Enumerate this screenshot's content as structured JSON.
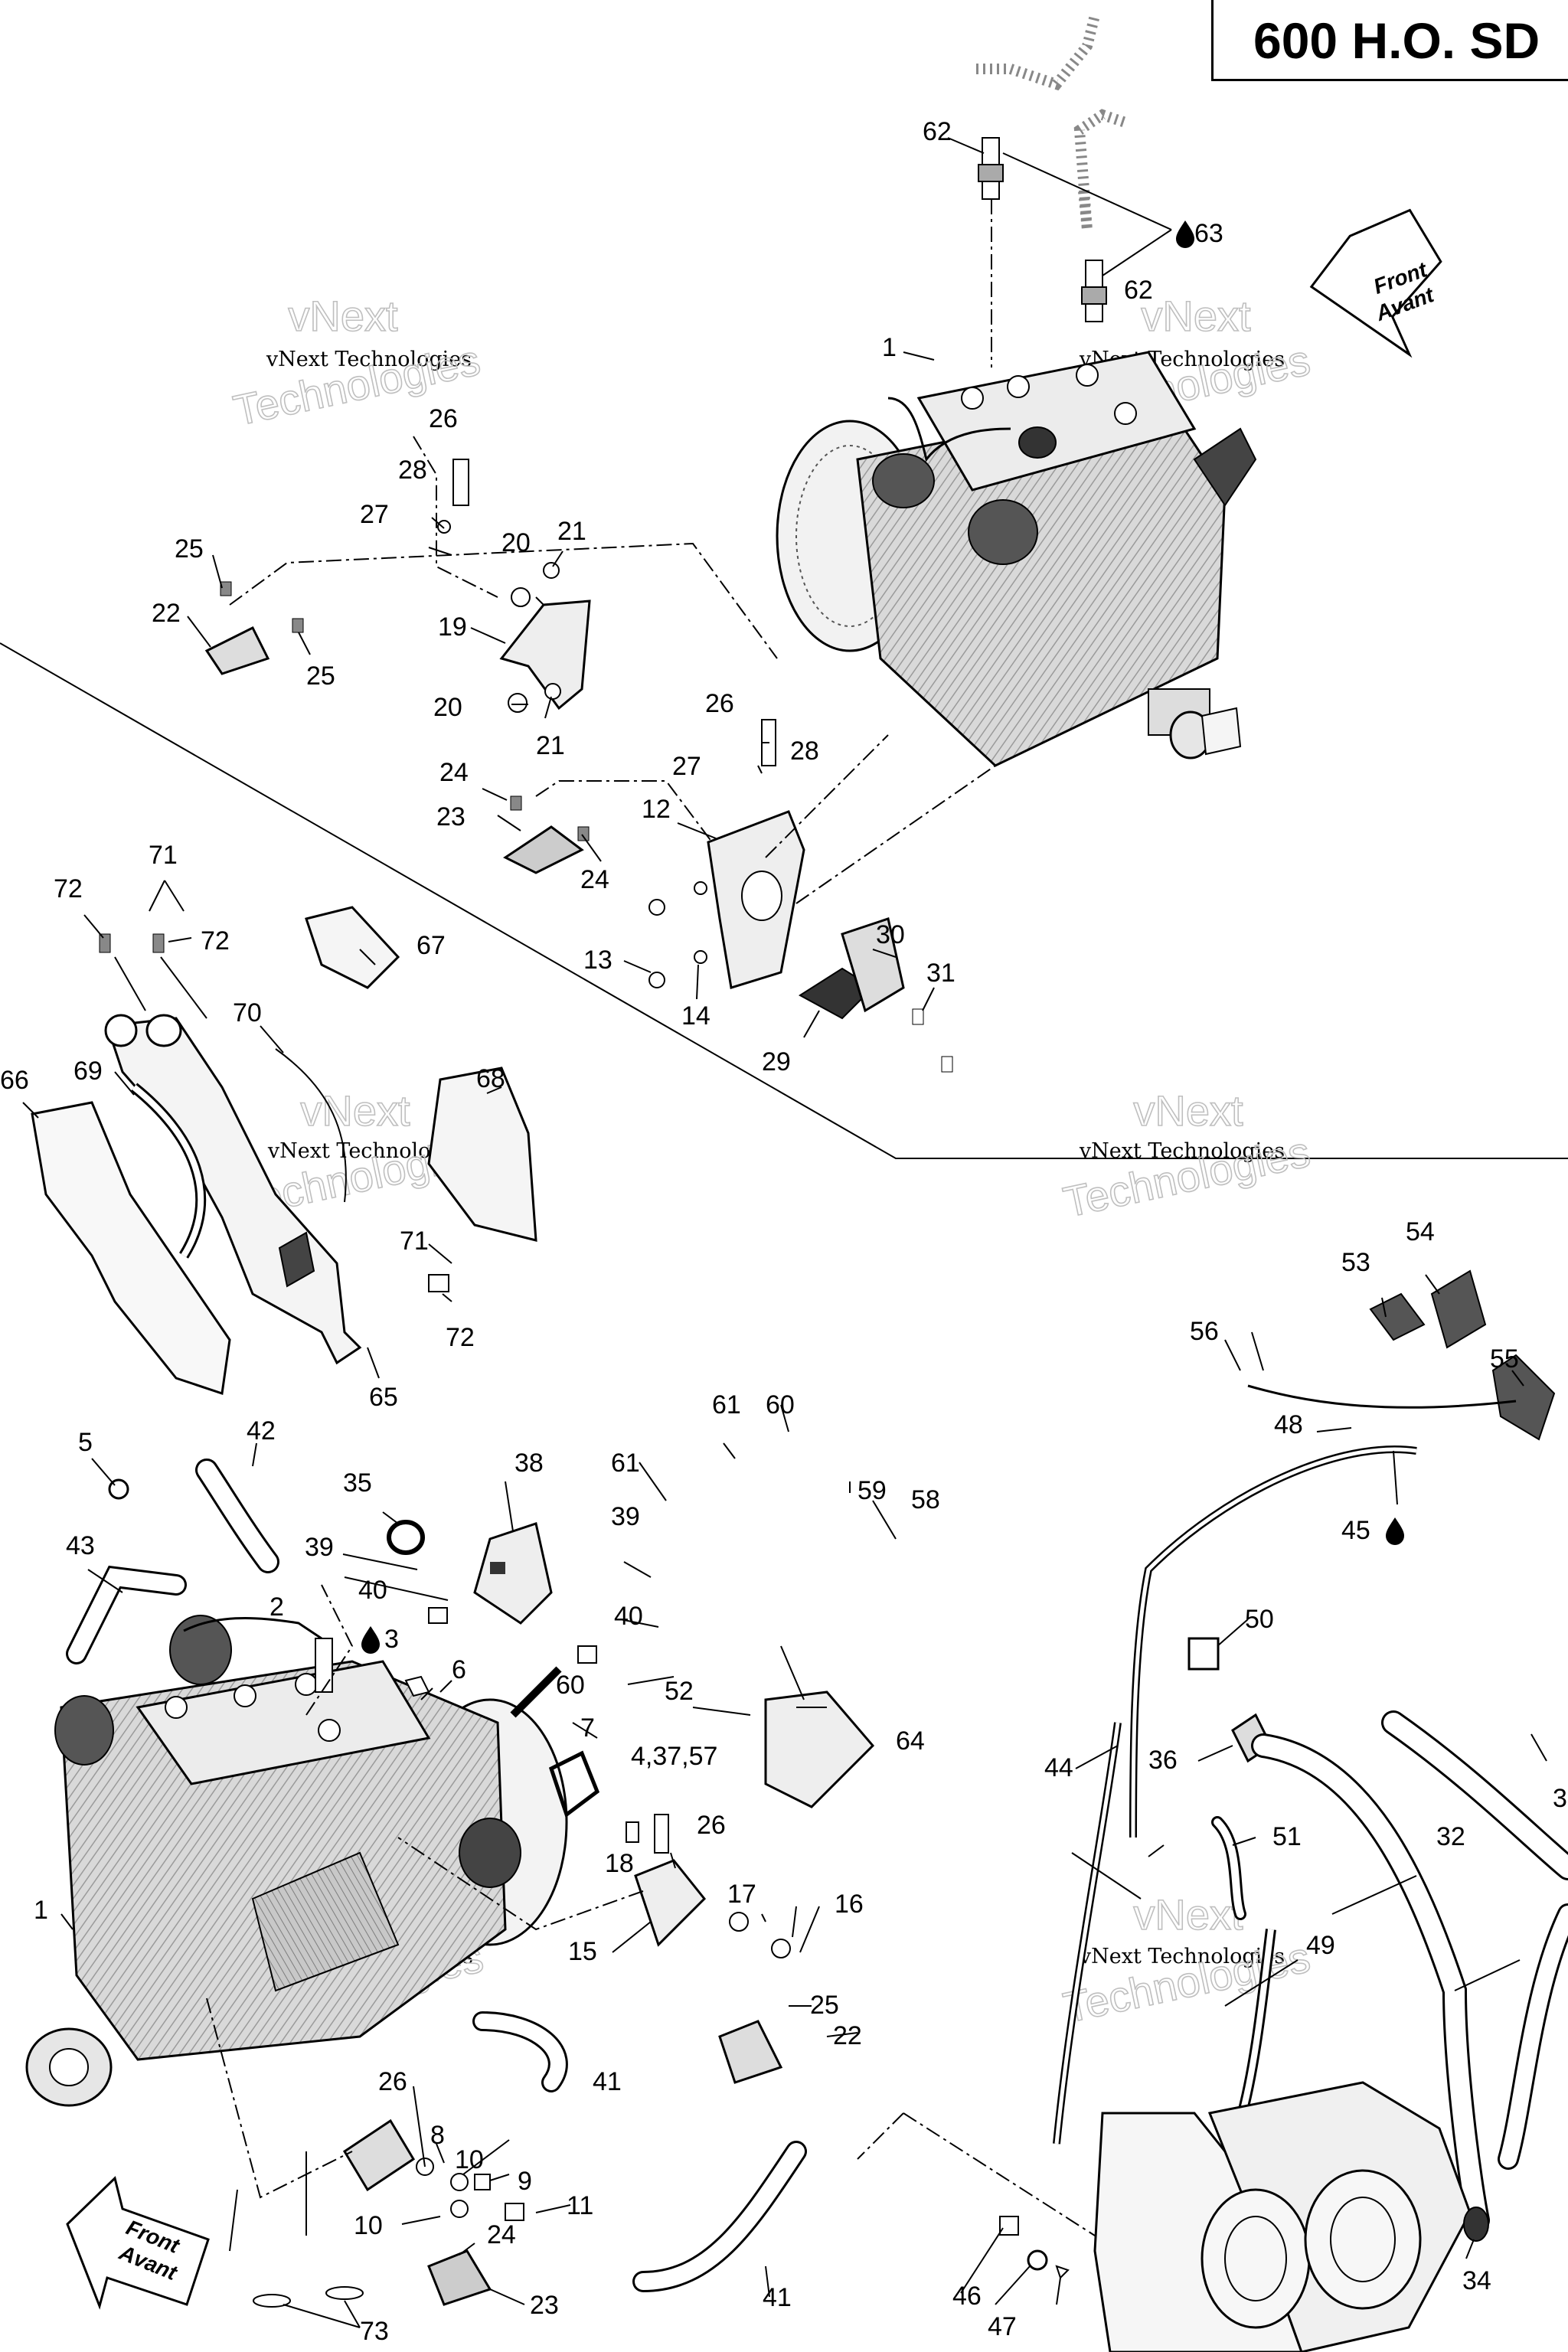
{
  "title": "600 H.O. SD",
  "watermark": {
    "line1": "vNext",
    "line2": "vNext Technologies",
    "line3": "Technologies"
  },
  "front_arrow": {
    "line1": "Front",
    "line2": "Avant"
  },
  "callouts": [
    {
      "id": "c62a",
      "text": "62"
    },
    {
      "id": "c63",
      "text": "63"
    },
    {
      "id": "c62b",
      "text": "62"
    },
    {
      "id": "c1a",
      "text": "1"
    },
    {
      "id": "c26a",
      "text": "26"
    },
    {
      "id": "c28a",
      "text": "28"
    },
    {
      "id": "c27a",
      "text": "27"
    },
    {
      "id": "c20a",
      "text": "20"
    },
    {
      "id": "c21a",
      "text": "21"
    },
    {
      "id": "c25a",
      "text": "25"
    },
    {
      "id": "c22a",
      "text": "22"
    },
    {
      "id": "c25b",
      "text": "25"
    },
    {
      "id": "c19",
      "text": "19"
    },
    {
      "id": "c20b",
      "text": "20"
    },
    {
      "id": "c21b",
      "text": "21"
    },
    {
      "id": "c26b",
      "text": "26"
    },
    {
      "id": "c28b",
      "text": "28"
    },
    {
      "id": "c27b",
      "text": "27"
    },
    {
      "id": "c24a",
      "text": "24"
    },
    {
      "id": "c23a",
      "text": "23"
    },
    {
      "id": "c24b",
      "text": "24"
    },
    {
      "id": "c12",
      "text": "12"
    },
    {
      "id": "c13",
      "text": "13"
    },
    {
      "id": "c14",
      "text": "14"
    },
    {
      "id": "c30",
      "text": "30"
    },
    {
      "id": "c31",
      "text": "31"
    },
    {
      "id": "c29",
      "text": "29"
    },
    {
      "id": "c71a",
      "text": "71"
    },
    {
      "id": "c72a",
      "text": "72"
    },
    {
      "id": "c72b",
      "text": "72"
    },
    {
      "id": "c67",
      "text": "67"
    },
    {
      "id": "c70",
      "text": "70"
    },
    {
      "id": "c66",
      "text": "66"
    },
    {
      "id": "c69",
      "text": "69"
    },
    {
      "id": "c68",
      "text": "68"
    },
    {
      "id": "c71b",
      "text": "71"
    },
    {
      "id": "c72c",
      "text": "72"
    },
    {
      "id": "c65",
      "text": "65"
    },
    {
      "id": "c5",
      "text": "5"
    },
    {
      "id": "c42",
      "text": "42"
    },
    {
      "id": "c35",
      "text": "35"
    },
    {
      "id": "c38",
      "text": "38"
    },
    {
      "id": "c61a",
      "text": "61"
    },
    {
      "id": "c60a",
      "text": "60"
    },
    {
      "id": "c61b",
      "text": "61"
    },
    {
      "id": "c59",
      "text": "59"
    },
    {
      "id": "c58",
      "text": "58"
    },
    {
      "id": "c43",
      "text": "43"
    },
    {
      "id": "c39a",
      "text": "39"
    },
    {
      "id": "c39b",
      "text": "39"
    },
    {
      "id": "c40a",
      "text": "40"
    },
    {
      "id": "c40b",
      "text": "40"
    },
    {
      "id": "c2",
      "text": "2"
    },
    {
      "id": "c3",
      "text": "3"
    },
    {
      "id": "c6",
      "text": "6"
    },
    {
      "id": "c60b",
      "text": "60"
    },
    {
      "id": "c52",
      "text": "52"
    },
    {
      "id": "c7",
      "text": "7"
    },
    {
      "id": "c4",
      "text": "4,37,57"
    },
    {
      "id": "c64",
      "text": "64"
    },
    {
      "id": "c26c",
      "text": "26"
    },
    {
      "id": "c18",
      "text": "18"
    },
    {
      "id": "c17",
      "text": "17"
    },
    {
      "id": "c16",
      "text": "16"
    },
    {
      "id": "c15",
      "text": "15"
    },
    {
      "id": "c1b",
      "text": "1"
    },
    {
      "id": "c25c",
      "text": "25"
    },
    {
      "id": "c22b",
      "text": "22"
    },
    {
      "id": "c41a",
      "text": "41"
    },
    {
      "id": "c26d",
      "text": "26"
    },
    {
      "id": "c8",
      "text": "8"
    },
    {
      "id": "c10a",
      "text": "10"
    },
    {
      "id": "c9",
      "text": "9"
    },
    {
      "id": "c10b",
      "text": "10"
    },
    {
      "id": "c11",
      "text": "11"
    },
    {
      "id": "c24c",
      "text": "24"
    },
    {
      "id": "c23b",
      "text": "23"
    },
    {
      "id": "c73",
      "text": "73"
    },
    {
      "id": "c41b",
      "text": "41"
    },
    {
      "id": "c53",
      "text": "53"
    },
    {
      "id": "c54",
      "text": "54"
    },
    {
      "id": "c56",
      "text": "56"
    },
    {
      "id": "c55",
      "text": "55"
    },
    {
      "id": "c48",
      "text": "48"
    },
    {
      "id": "c45",
      "text": "45"
    },
    {
      "id": "c50",
      "text": "50"
    },
    {
      "id": "c44",
      "text": "44"
    },
    {
      "id": "c36",
      "text": "36"
    },
    {
      "id": "c51",
      "text": "51"
    },
    {
      "id": "c32",
      "text": "32"
    },
    {
      "id": "c33",
      "text": "3"
    },
    {
      "id": "c49",
      "text": "49"
    },
    {
      "id": "c46",
      "text": "46"
    },
    {
      "id": "c47",
      "text": "47"
    },
    {
      "id": "c34",
      "text": "34"
    }
  ]
}
